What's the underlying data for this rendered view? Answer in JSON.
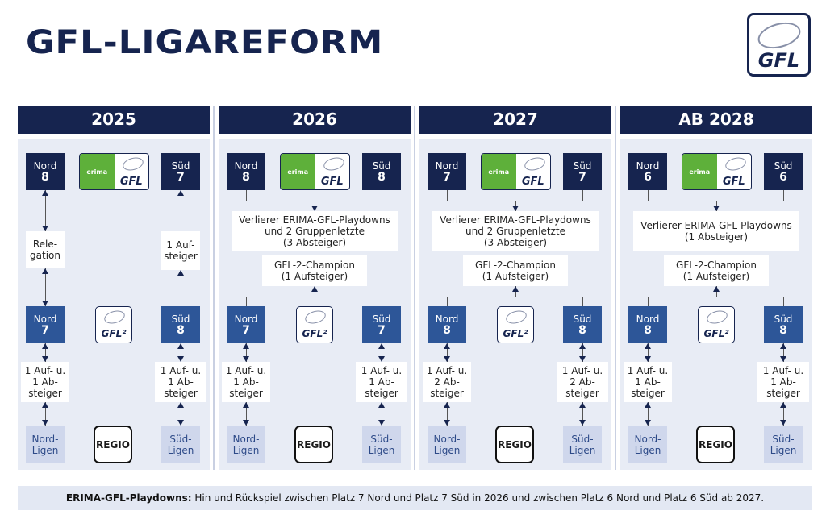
{
  "title": "GFL-LIGAREFORM",
  "logo_text": "GFL",
  "sponsor": "erima",
  "gfl2_logo": "GFL²",
  "columns": [
    {
      "year": "2025",
      "layout": "relegation",
      "top_nord": {
        "label": "Nord",
        "n": "8"
      },
      "top_sued": {
        "label": "Süd",
        "n": "7"
      },
      "left_mid": "Rele-\ngation",
      "right_mid": "1 Auf-\nsteiger",
      "low_nord": {
        "label": "Nord",
        "n": "7"
      },
      "low_sued": {
        "label": "Süd",
        "n": "8"
      },
      "left_ex": "1 Auf- u.\n1 Ab-\nsteiger",
      "right_ex": "1 Auf- u.\n1 Ab-\nsteiger",
      "nord_ligen": "Nord-\nLigen",
      "sued_ligen": "Süd-\nLigen",
      "regio": "REGIO"
    },
    {
      "year": "2026",
      "layout": "merged",
      "top_nord": {
        "label": "Nord",
        "n": "8"
      },
      "top_sued": {
        "label": "Süd",
        "n": "8"
      },
      "down_text": "Verlierer ERIMA-GFL-Playdowns\nund 2 Gruppenletzte\n(3 Absteiger)",
      "champ": "GFL-2-Champion\n(1 Aufsteiger)",
      "low_nord": {
        "label": "Nord",
        "n": "7"
      },
      "low_sued": {
        "label": "Süd",
        "n": "7"
      },
      "left_ex": "1 Auf- u.\n1 Ab-\nsteiger",
      "right_ex": "1 Auf- u.\n1 Ab-\nsteiger",
      "nord_ligen": "Nord-\nLigen",
      "sued_ligen": "Süd-\nLigen",
      "regio": "REGIO"
    },
    {
      "year": "2027",
      "layout": "merged",
      "top_nord": {
        "label": "Nord",
        "n": "7"
      },
      "top_sued": {
        "label": "Süd",
        "n": "7"
      },
      "down_text": "Verlierer ERIMA-GFL-Playdowns\nund 2 Gruppenletzte\n(3 Absteiger)",
      "champ": "GFL-2-Champion\n(1 Aufsteiger)",
      "low_nord": {
        "label": "Nord",
        "n": "8"
      },
      "low_sued": {
        "label": "Süd",
        "n": "8"
      },
      "left_ex": "1 Auf- u.\n2 Ab-\nsteiger",
      "right_ex": "1 Auf- u.\n2 Ab-\nsteiger",
      "nord_ligen": "Nord-\nLigen",
      "sued_ligen": "Süd-\nLigen",
      "regio": "REGIO"
    },
    {
      "year": "AB 2028",
      "layout": "merged",
      "top_nord": {
        "label": "Nord",
        "n": "6"
      },
      "top_sued": {
        "label": "Süd",
        "n": "6"
      },
      "down_text": "Verlierer ERIMA-GFL-Playdowns\n(1 Absteiger)",
      "champ": "GFL-2-Champion\n(1 Aufsteiger)",
      "low_nord": {
        "label": "Nord",
        "n": "8"
      },
      "low_sued": {
        "label": "Süd",
        "n": "8"
      },
      "left_ex": "1 Auf- u.\n1 Ab-\nsteiger",
      "right_ex": "1 Auf- u.\n1 Ab-\nsteiger",
      "nord_ligen": "Nord-\nLigen",
      "sued_ligen": "Süd-\nLigen",
      "regio": "REGIO"
    }
  ],
  "footer": {
    "bold": "ERIMA-GFL-Playdowns:",
    "text": " Hin und Rückspiel zwischen Platz 7 Nord und Platz 7 Süd in 2026 und zwischen Platz 6 Nord und Platz 6 Süd ab 2027."
  }
}
